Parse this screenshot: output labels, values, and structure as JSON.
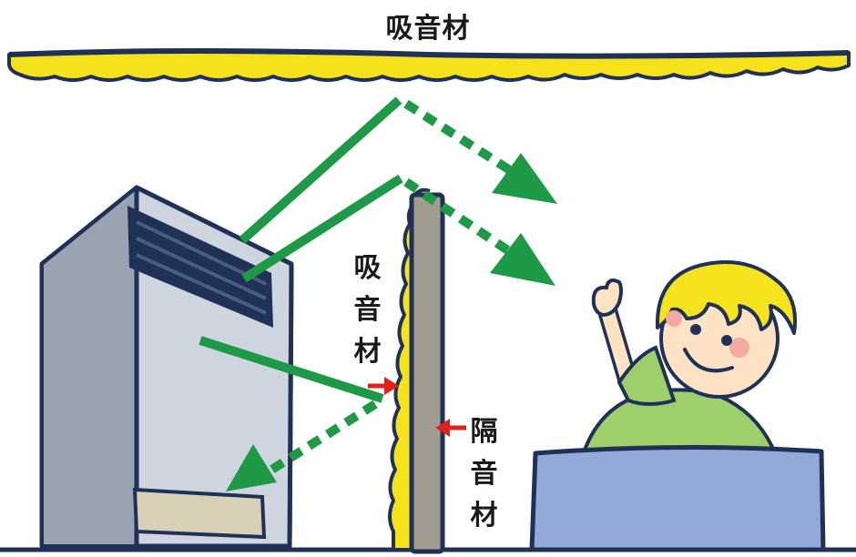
{
  "labels": {
    "ceiling": "吸音材",
    "panel_absorber": [
      "吸",
      "音",
      "材"
    ],
    "barrier": [
      "隔",
      "音",
      "材"
    ]
  },
  "colors": {
    "outline": "#1f3156",
    "absorber_yellow": "#f6e21a",
    "sound_green": "#1e9a47",
    "insulator_gray": "#a09c8f",
    "pointer_red": "#e3211c",
    "machine_body": "#c9cfd8",
    "desk_blue": "#93a9d8",
    "hair": "#f5e31d",
    "shirt": "#9fcf6a",
    "skin": "#fde3c3"
  },
  "icons": {
    "machine": "noise-machine-icon",
    "person": "waving-person-icon",
    "ceiling_absorber": "ceiling-absorber-icon",
    "wall": "sound-barrier-icon"
  }
}
